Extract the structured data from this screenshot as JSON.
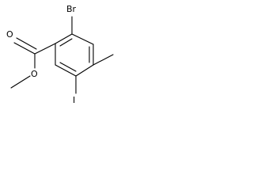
{
  "molecule": {
    "labels": {
      "bromine": "Br",
      "iodine": "I",
      "carbonyl_oxygen": "O",
      "ester_oxygen": "O"
    }
  }
}
